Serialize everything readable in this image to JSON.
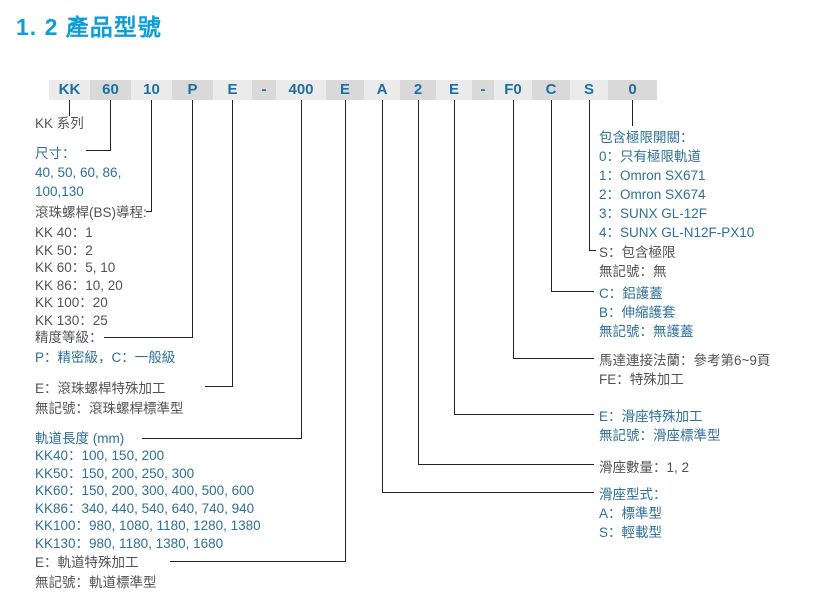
{
  "title": "1. 2 產品型號",
  "colors": {
    "title_blue": "#0e9ed6",
    "code_text_blue": "#1c6f9e",
    "body_gray": "#525359",
    "body_blue": "#2e7096",
    "box_light": "#ebebeb",
    "box_dark": "#d9d9d9",
    "connector_line": "#232323"
  },
  "model_code": {
    "segments": [
      "KK",
      "60",
      "10",
      "P",
      "E",
      "-",
      "400",
      "E",
      "A",
      "2",
      "E",
      "-",
      "F0",
      "C",
      "S",
      "0"
    ]
  },
  "left": {
    "series": {
      "label": "KK 系列"
    },
    "size": {
      "heading": "尺寸：",
      "line1": "40, 50, 60, 86,",
      "line2": "100,130"
    },
    "bs_lead": {
      "heading": "滾珠螺桿(BS)導程:",
      "items": [
        "KK 40：1",
        "KK 50：2",
        "KK 60：5, 10",
        "KK 86：10, 20",
        "KK 100：20",
        "KK 130：25"
      ]
    },
    "precision": {
      "heading": "精度等級：",
      "detail": "P：精密級，C：一般級"
    },
    "bs_special": {
      "line1": "E：滾珠螺桿特殊加工",
      "line2": "無記號：滾珠螺桿標準型"
    },
    "rail_length": {
      "heading": "軌道長度 (mm)",
      "items": [
        "KK40：100, 150, 200",
        "KK50：150, 200, 250, 300",
        "KK60：150, 200, 300,  400,  500, 600",
        "KK86：340, 440, 540, 640, 740, 940",
        "KK100：980, 1080, 1180, 1280, 1380",
        "KK130：980, 1180, 1380, 1680"
      ]
    },
    "rail_special": {
      "line1": "E：軌道特殊加工",
      "line2": "無記號：軌道標準型"
    }
  },
  "right": {
    "limit_switch": {
      "heading": "包含極限開關：",
      "items": [
        "0：只有極限軌道",
        "1：Omron SX671",
        "2：Omron SX674",
        "3：SUNX GL-12F",
        "4：SUNX GL-N12F-PX10"
      ]
    },
    "s_limit": {
      "line1": "S：包含極限",
      "line2": "無記號：無"
    },
    "cover": {
      "line1": "C：鋁護蓋",
      "line2": "B：伸縮護套",
      "line3": "無記號：無護蓋"
    },
    "flange": {
      "line1": "馬達連接法蘭：參考第6~9頁",
      "line2": "FE：特殊加工"
    },
    "slider_special": {
      "line1": "E：滑座特殊加工",
      "line2": "無記號：滑座標準型"
    },
    "slider_qty": {
      "line1": "滑座數量：1, 2"
    },
    "slider_type": {
      "heading": "滑座型式：",
      "line1": "A：標準型",
      "line2": "S：輕載型"
    }
  }
}
